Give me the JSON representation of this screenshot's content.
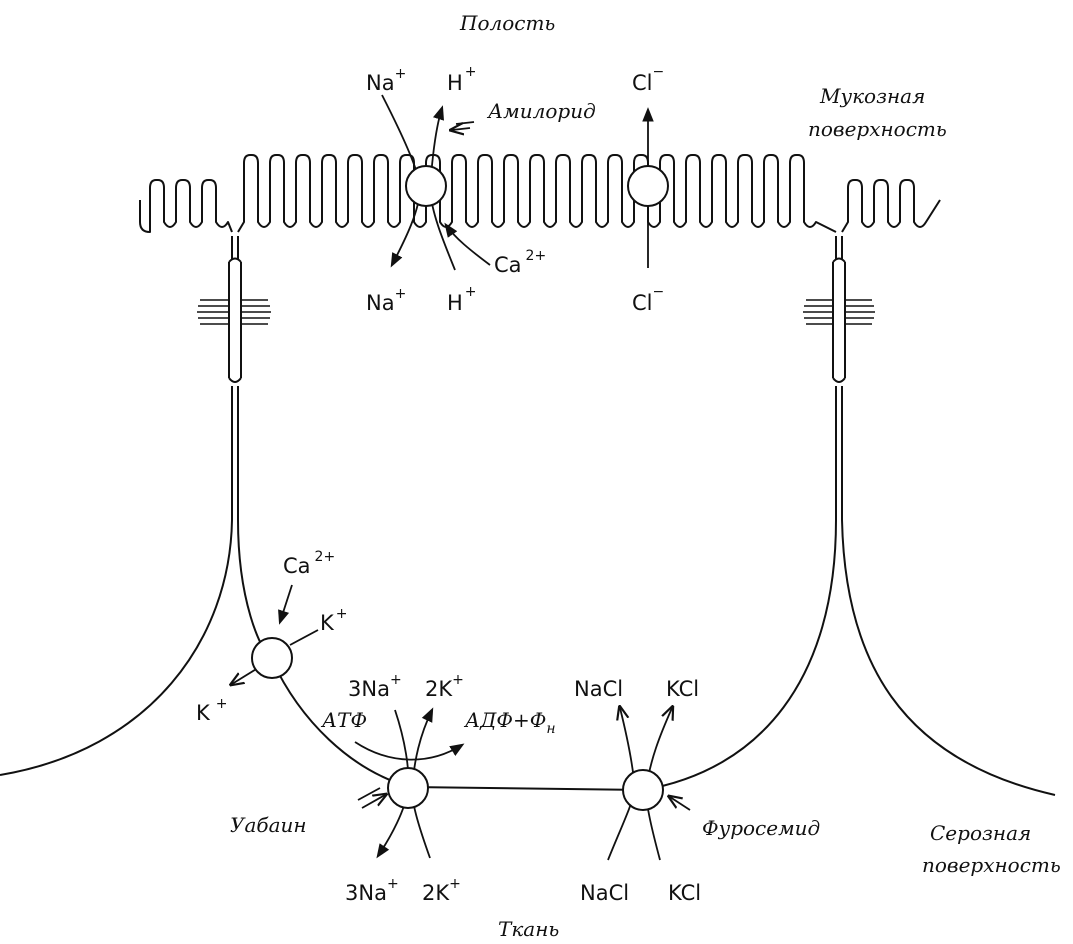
{
  "labels": {
    "lumen": "Полость",
    "tissue": "Ткань",
    "mucosal": [
      "Мукозная",
      "поверхность"
    ],
    "serosal": [
      "Серозная",
      "поверхность"
    ],
    "amiloride": "Амилорид",
    "ouabain": "Уабаин",
    "furosemide": "Фуросемид",
    "atp": "АТФ",
    "adp": "АДФ+Ф",
    "adp_sub": "н"
  },
  "ions": {
    "na": "Na",
    "h": "H",
    "cl": "Cl",
    "ca": "Ca",
    "k": "K",
    "na3": "3Na",
    "k2": "2K",
    "nacl": "NaCl",
    "kcl": "KCl",
    "plus": "+",
    "minus": "−",
    "two_plus": "2+"
  }
}
